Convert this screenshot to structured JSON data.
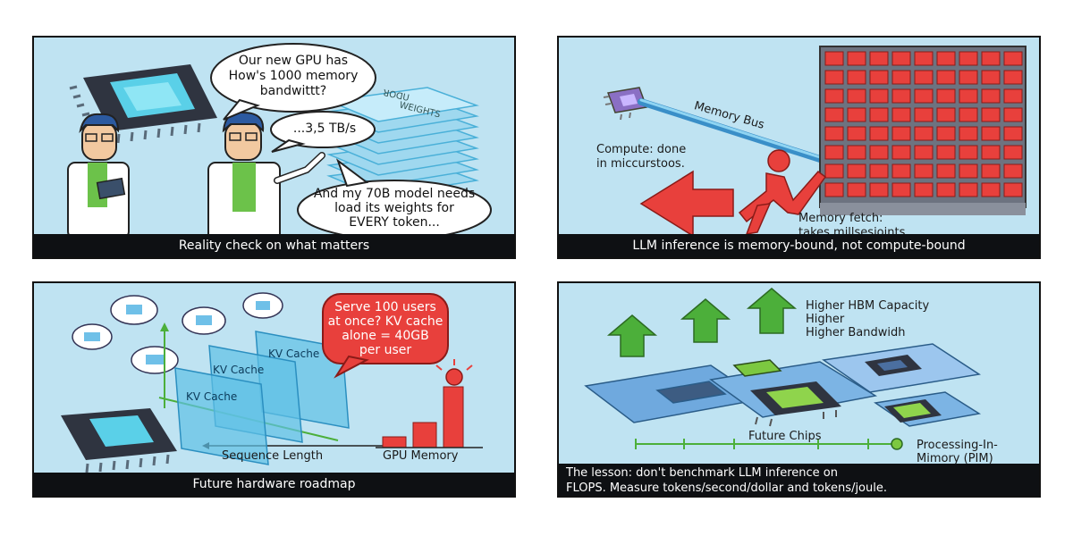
{
  "panel1": {
    "bubble_gpu_line1": "Our new GPU has",
    "bubble_gpu_line2": "How's 1000 memory",
    "bubble_gpu_line3": "bandwittt?",
    "bubble_bw": "...3,5 TB/s",
    "bubble_model_line1": "And my 70B model needs",
    "bubble_model_line2": "load its weights for",
    "bubble_model_line3": "EVERY token...",
    "stack_label1": "ꓤOꓷU",
    "stack_label2": "WEIGHTS",
    "caption": "Reality check on what matters"
  },
  "panel2": {
    "bus_label": "Memory Bus",
    "compute_line1": "Compute: done",
    "compute_line2": "in miccurstoos.",
    "fetch_line1": "Memory fetch:",
    "fetch_line2": "takes millsesioints",
    "caption": "LLM inference is memory-bound, not compute-bound"
  },
  "panel3": {
    "bubble_line1": "Serve 100 users",
    "bubble_line2": "at once? KV cache",
    "bubble_line3": "alone = 40GB",
    "bubble_line4": "per user",
    "kv1": "KV Cache",
    "kv2": "KV Cache",
    "kv3": "KV Cache",
    "x_label": "Sequence Length",
    "y_label": "GPU Memory",
    "caption": "Future hardware roadmap"
  },
  "panel4": {
    "label_line1": "Higher HBM Capacity",
    "label_line2": "Higher",
    "label_line3": "Higher Bandwidh",
    "timeline_label": "Future Chips",
    "pim_line1": "Processing-In-",
    "pim_line2": "Mimory (PIM)",
    "caption_line1": "The lesson: don't benchmark LLM inference on",
    "caption_line2": "FLOPS. Measure tokens/second/dollar and tokens/joule."
  },
  "colors": {
    "panel_bg": "#bfe3f2",
    "red": "#e8403c",
    "green": "#4caf3a",
    "dark_chip": "#2f3440",
    "caption_bg": "#0e1013"
  }
}
